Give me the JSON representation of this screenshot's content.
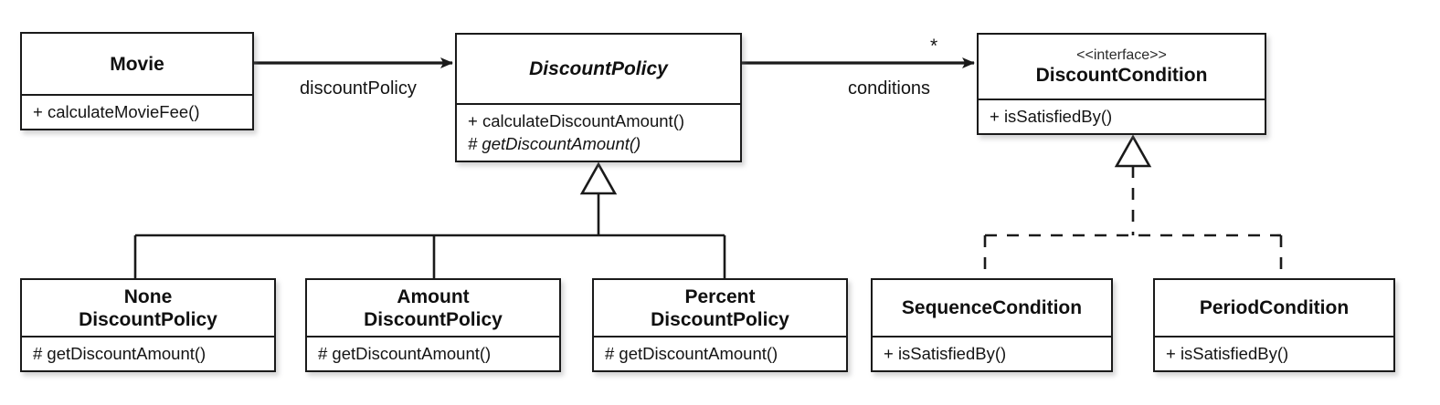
{
  "diagram": {
    "title": "Movie DiscountPolicy UML class diagram",
    "type": "uml-class-diagram",
    "background_color": "#ffffff",
    "line_color": "#1a1a1a",
    "text_color": "#141414"
  },
  "classes": {
    "movie": {
      "name": "Movie",
      "abstract": false,
      "members": [
        {
          "text": "+ calculateMovieFee()",
          "abstract": false
        }
      ]
    },
    "discount_policy": {
      "name": "DiscountPolicy",
      "abstract": true,
      "members": [
        {
          "text": "+ calculateDiscountAmount()",
          "abstract": false
        },
        {
          "text": "# getDiscountAmount()",
          "abstract": true
        }
      ]
    },
    "discount_condition": {
      "stereotype": "<<interface>>",
      "name": "DiscountCondition",
      "abstract": false,
      "members": [
        {
          "text": "+ isSatisfiedBy()",
          "abstract": false
        }
      ]
    },
    "none_discount_policy": {
      "name_line1": "None",
      "name_line2": "DiscountPolicy",
      "members": [
        {
          "text": "# getDiscountAmount()",
          "abstract": false
        }
      ]
    },
    "amount_discount_policy": {
      "name_line1": "Amount",
      "name_line2": "DiscountPolicy",
      "members": [
        {
          "text": "# getDiscountAmount()",
          "abstract": false
        }
      ]
    },
    "percent_discount_policy": {
      "name_line1": "Percent",
      "name_line2": "DiscountPolicy",
      "members": [
        {
          "text": "# getDiscountAmount()",
          "abstract": false
        }
      ]
    },
    "sequence_condition": {
      "name": "SequenceCondition",
      "members": [
        {
          "text": "+ isSatisfiedBy()",
          "abstract": false
        }
      ]
    },
    "period_condition": {
      "name": "PeriodCondition",
      "members": [
        {
          "text": "+ isSatisfiedBy()",
          "abstract": false
        }
      ]
    }
  },
  "relationships": {
    "movie_to_policy": {
      "kind": "association",
      "label": "discountPolicy",
      "source": "Movie",
      "target": "DiscountPolicy"
    },
    "policy_to_condition": {
      "kind": "association",
      "label": "conditions",
      "multiplicity": "*",
      "source": "DiscountPolicy",
      "target": "DiscountCondition"
    },
    "policy_generalization": {
      "kind": "generalization",
      "parent": "DiscountPolicy",
      "children": [
        "NoneDiscountPolicy",
        "AmountDiscountPolicy",
        "PercentDiscountPolicy"
      ]
    },
    "condition_realization": {
      "kind": "realization",
      "parent": "DiscountCondition",
      "children": [
        "SequenceCondition",
        "PeriodCondition"
      ]
    }
  }
}
